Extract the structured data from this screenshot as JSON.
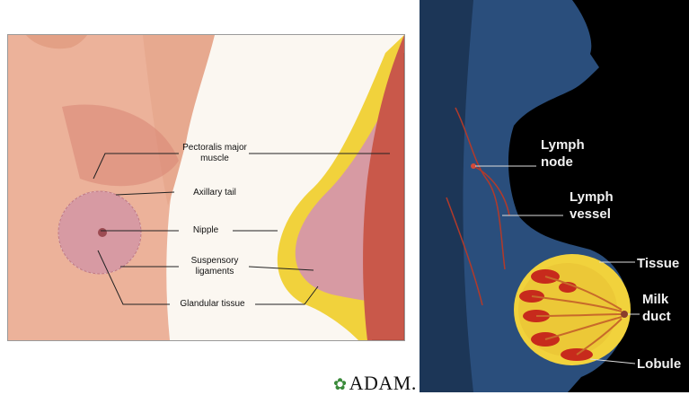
{
  "left_labels": {
    "pectoralis": "Pectoralis major\nmuscle",
    "axillary": "Axillary tail",
    "nipple": "Nipple",
    "suspensory": "Suspensory\nligaments",
    "glandular": "Glandular tissue"
  },
  "right_labels": {
    "lymph_node": "Lymph\nnode",
    "lymph_vessel": "Lymph\nvessel",
    "tissue": "Tissue",
    "milk_duct": "Milk\nduct",
    "lobule": "Lobule"
  },
  "logo": {
    "symbol": "✿",
    "text": "ADAM."
  },
  "colors": {
    "skin": "#e8a88a",
    "muscle": "#c9584a",
    "fat_yellow": "#f1d23c",
    "gland_pink": "#d79aa3",
    "body_blue": "#2e5a8a",
    "lobule_red": "#c72a1c"
  }
}
